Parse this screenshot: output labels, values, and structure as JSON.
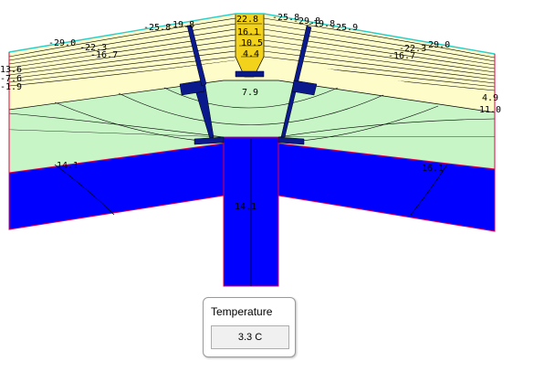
{
  "labels": {
    "peak": "22.8",
    "ridge_left_upper": "-25.8",
    "ridge_left_upper2": "-19.8",
    "ridge_right_top": "-25.8",
    "ridge_right_a": "-29.8",
    "ridge_right_b": "-19.8",
    "ridge_right_c": "-25.9",
    "core_a": "16.1",
    "core_b": "10.5",
    "core_c": "4.4",
    "left_29": "-29.0",
    "left_22": "-22.3",
    "left_16": "-16.7",
    "right_29": "-29.0",
    "right_22": "-22.3",
    "right_16": "-16.7",
    "left_edge_a": "13.6",
    "left_edge_b": "-7.6",
    "left_edge_c": "-1.9",
    "middle": "7.9",
    "right_edge_a": "4.9",
    "right_edge_b": "11.0",
    "left_lower": "14.1",
    "right_lower": "16.1",
    "stem": "14.1"
  },
  "colors": {
    "insulation": "#fefcc8",
    "core": "#f2d21b",
    "slab": "#c7f5c6",
    "masonry": "#0000ff",
    "steel": "#0a1a8c",
    "outline": "#e0004a",
    "surface": "#29d0c8"
  },
  "temperature_panel": {
    "title": "Temperature",
    "value": "3.3 C"
  }
}
